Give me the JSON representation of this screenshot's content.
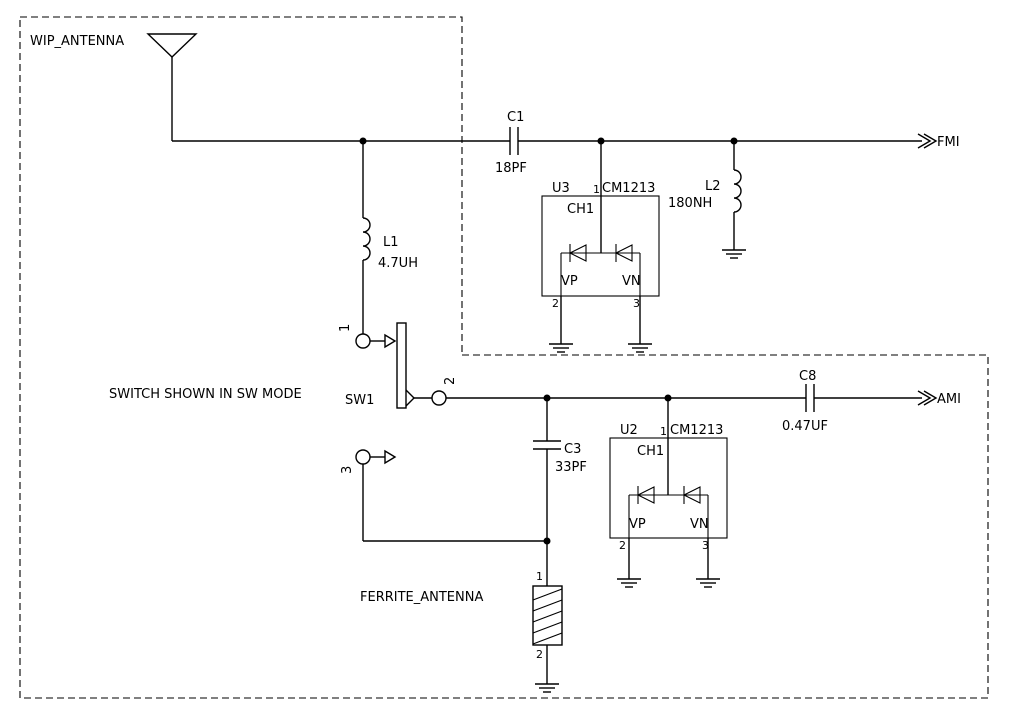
{
  "labels": {
    "wip_antenna": "WIP_ANTENNA",
    "ferrite_antenna": "FERRITE_ANTENNA",
    "switch_note": "SWITCH SHOWN IN SW MODE",
    "fmi": "FMI",
    "ami": "AMI"
  },
  "components": {
    "c1": {
      "ref": "C1",
      "value": "18PF"
    },
    "c3": {
      "ref": "C3",
      "value": "33PF"
    },
    "c8": {
      "ref": "C8",
      "value": "0.47UF"
    },
    "l1": {
      "ref": "L1",
      "value": "4.7UH"
    },
    "l2": {
      "ref": "L2",
      "value": "180NH"
    },
    "sw1": {
      "ref": "SW1",
      "pin1": "1",
      "pin2": "2",
      "pin3": "3"
    },
    "u3": {
      "ref": "U3",
      "part": "CM1213",
      "ch": "CH1",
      "pin1": "1",
      "pin2": "2",
      "pin3": "3",
      "vp": "VP",
      "vn": "VN"
    },
    "u2": {
      "ref": "U2",
      "part": "CM1213",
      "ch": "CH1",
      "pin1": "1",
      "pin2": "2",
      "pin3": "3",
      "vp": "VP",
      "vn": "VN"
    },
    "ferrite": {
      "pin1": "1",
      "pin2": "2"
    }
  }
}
